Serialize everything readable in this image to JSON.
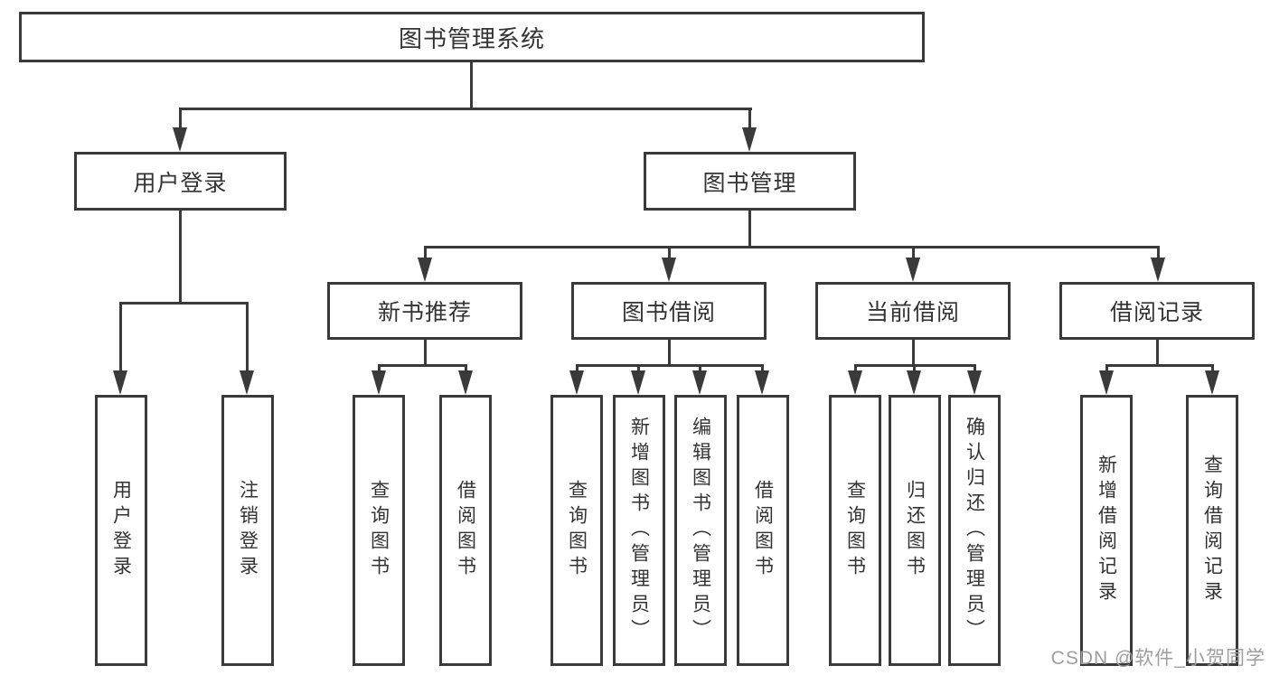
{
  "diagram_title": "图书管理系统",
  "nodes": {
    "root": {
      "label": "图书管理系统"
    },
    "level2": [
      {
        "label": "用户登录"
      },
      {
        "label": "图书管理"
      }
    ],
    "level3": [
      {
        "label": "新书推荐"
      },
      {
        "label": "图书借阅"
      },
      {
        "label": "当前借阅"
      },
      {
        "label": "借阅记录"
      }
    ]
  },
  "leaves": {
    "user_login": [
      "用户登录",
      "注销登录"
    ],
    "new_book": [
      "查询图书",
      "借阅图书"
    ],
    "book_borrow": [
      "查询图书",
      "新增图书（管理员）",
      "编辑图书（管理员）",
      "借阅图书"
    ],
    "current_borrow": [
      "查询图书",
      "归还图书",
      "确认归还（管理员）"
    ],
    "borrow_records": [
      "新增借阅记录",
      "查询借阅记录"
    ]
  },
  "watermark": {
    "text": "CSDN @软件_小贺同学"
  },
  "colors": {
    "line": "#3a3a3a",
    "text": "#333333",
    "watermark": "#9e9e9e",
    "background": "#ffffff"
  }
}
